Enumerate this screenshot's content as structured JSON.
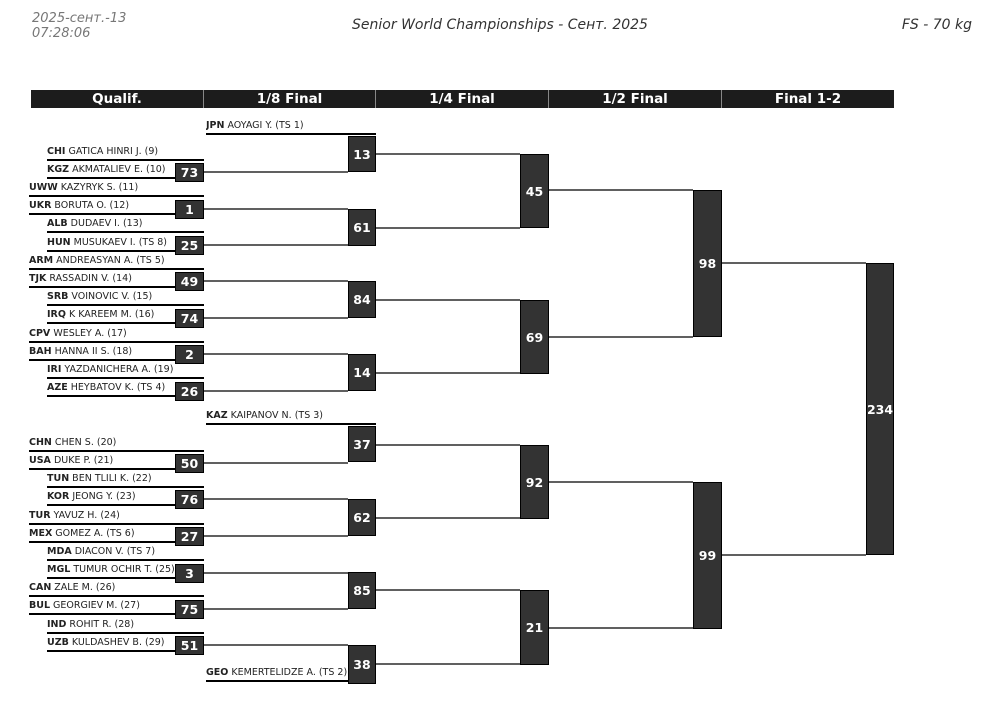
{
  "header": {
    "date": "2025-сент.-13",
    "time": "07:28:06",
    "title": "Senior World Championships - Сент. 2025",
    "category": "FS - 70 kg"
  },
  "rounds": [
    "Qualif.",
    "1/8 Final",
    "1/4 Final",
    "1/2 Final",
    "Final 1-2"
  ],
  "athletes": [
    {
      "c": "JPN",
      "n": "AOYAGI Y. (TS 1)"
    },
    {
      "c": "CHI",
      "n": "GATICA HINRI J. (9)"
    },
    {
      "c": "KGZ",
      "n": "AKMATALIEV E. (10)"
    },
    {
      "c": "UWW",
      "n": "KAZYRYK S. (11)"
    },
    {
      "c": "UKR",
      "n": "BORUTA O. (12)"
    },
    {
      "c": "ALB",
      "n": "DUDAEV I. (13)"
    },
    {
      "c": "HUN",
      "n": "MUSUKAEV I. (TS 8)"
    },
    {
      "c": "ARM",
      "n": "ANDREASYAN A. (TS 5)"
    },
    {
      "c": "TJK",
      "n": "RASSADIN V. (14)"
    },
    {
      "c": "SRB",
      "n": "VOINOVIC V. (15)"
    },
    {
      "c": "IRQ",
      "n": "K KAREEM M. (16)"
    },
    {
      "c": "CPV",
      "n": "WESLEY A. (17)"
    },
    {
      "c": "BAH",
      "n": "HANNA II S. (18)"
    },
    {
      "c": "IRI",
      "n": "YAZDANICHERA A. (19)"
    },
    {
      "c": "AZE",
      "n": "HEYBATOV K. (TS 4)"
    },
    {
      "c": "KAZ",
      "n": "KAIPANOV N. (TS 3)"
    },
    {
      "c": "CHN",
      "n": "CHEN S. (20)"
    },
    {
      "c": "USA",
      "n": "DUKE P. (21)"
    },
    {
      "c": "TUN",
      "n": "BEN TLILI K. (22)"
    },
    {
      "c": "KOR",
      "n": "JEONG Y. (23)"
    },
    {
      "c": "TUR",
      "n": "YAVUZ H. (24)"
    },
    {
      "c": "MEX",
      "n": "GOMEZ A. (TS 6)"
    },
    {
      "c": "MDA",
      "n": "DIACON V. (TS 7)"
    },
    {
      "c": "MGL",
      "n": "TUMUR OCHIR T. (25)"
    },
    {
      "c": "CAN",
      "n": "ZALE M. (26)"
    },
    {
      "c": "BUL",
      "n": "GEORGIEV M. (27)"
    },
    {
      "c": "IND",
      "n": "ROHIT R. (28)"
    },
    {
      "c": "UZB",
      "n": "KULDASHEV B. (29)"
    },
    {
      "c": "GEO",
      "n": "KEMERTELIDZE A. (TS 2)"
    }
  ],
  "bouts": {
    "qualif": [
      "73",
      "1",
      "25",
      "49",
      "74",
      "2",
      "26",
      "50",
      "76",
      "27",
      "3",
      "75",
      "51"
    ],
    "eighth": [
      "13",
      "61",
      "84",
      "14",
      "37",
      "62",
      "85",
      "38"
    ],
    "quarter": [
      "45",
      "69",
      "92",
      "21"
    ],
    "semi": [
      "98",
      "99"
    ],
    "final": [
      "234"
    ]
  }
}
